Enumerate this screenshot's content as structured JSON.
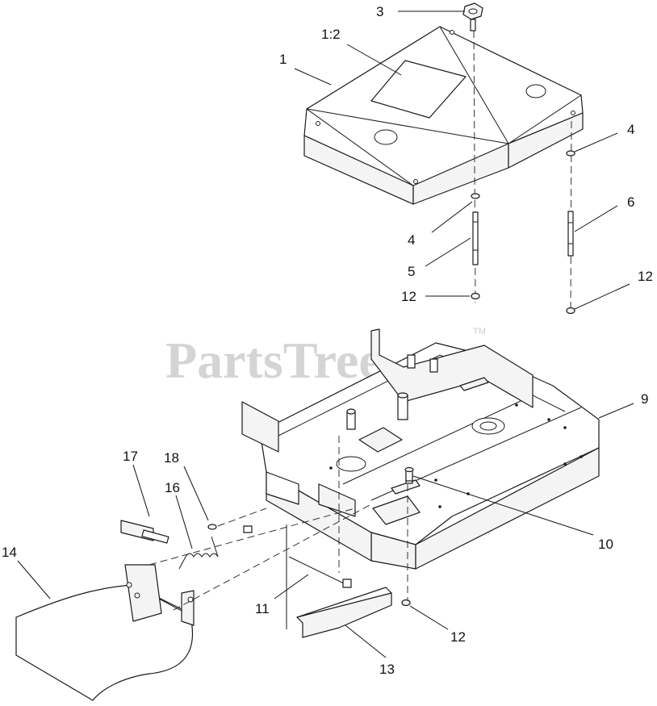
{
  "watermark": {
    "text": "PartsTree",
    "trademark": "TM"
  },
  "callouts": [
    {
      "id": "c-1",
      "label": "1"
    },
    {
      "id": "c-1-2",
      "label": "1:2"
    },
    {
      "id": "c-3",
      "label": "3"
    },
    {
      "id": "c-4a",
      "label": "4"
    },
    {
      "id": "c-4b",
      "label": "4"
    },
    {
      "id": "c-5",
      "label": "5"
    },
    {
      "id": "c-6",
      "label": "6"
    },
    {
      "id": "c-12a",
      "label": "12"
    },
    {
      "id": "c-12b",
      "label": "12"
    },
    {
      "id": "c-9",
      "label": "9"
    },
    {
      "id": "c-10",
      "label": "10"
    },
    {
      "id": "c-11",
      "label": "11"
    },
    {
      "id": "c-12c",
      "label": "12"
    },
    {
      "id": "c-13",
      "label": "13"
    },
    {
      "id": "c-14",
      "label": "14"
    },
    {
      "id": "c-16",
      "label": "16"
    },
    {
      "id": "c-17",
      "label": "17"
    },
    {
      "id": "c-18",
      "label": "18"
    }
  ]
}
